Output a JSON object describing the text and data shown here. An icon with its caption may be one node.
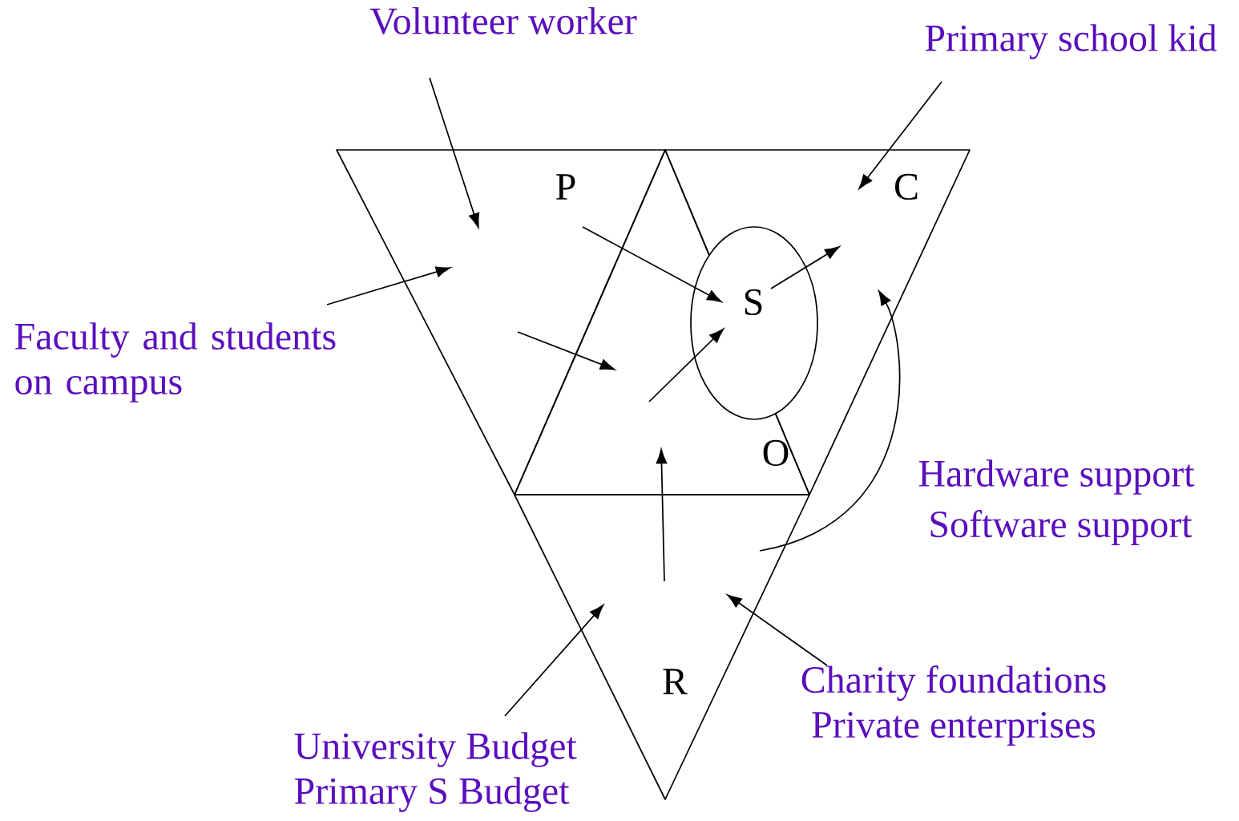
{
  "diagram": {
    "nodes": [
      {
        "text": [
          "Volunteer worker"
        ]
      },
      {
        "text": [
          "Primary school kid"
        ]
      },
      {
        "text": [
          "Faculty and students on campus"
        ]
      },
      {
        "text": [
          "Charity foundations",
          "Private enterprises"
        ]
      },
      {
        "text": [
          "University Budget",
          "Primary S Budget"
        ]
      },
      {
        "text": [
          "P"
        ]
      },
      {
        "text": [
          "C"
        ]
      },
      {
        "text": [
          "R"
        ]
      },
      {
        "text": [
          "O"
        ]
      },
      {
        "text": [
          "S"
        ]
      }
    ],
    "edges": [
      {
        "from": 0,
        "to": 5,
        "arrow": "to"
      },
      {
        "from": 1,
        "to": 6,
        "arrow": "to"
      },
      {
        "from": 2,
        "to": null,
        "arrow": "to"
      },
      {
        "from": 3,
        "to": 7,
        "arrow": "to"
      },
      {
        "from": 4,
        "to": 7,
        "arrow": "to"
      },
      {
        "from": 5,
        "to": 9,
        "arrow": "to"
      },
      {
        "from": null,
        "to": 9,
        "arrow": "to"
      },
      {
        "from": null,
        "to": 6,
        "arrow": "to"
      }
    ],
    "labels": [
      "Hardware support",
      "Software support"
    ]
  }
}
